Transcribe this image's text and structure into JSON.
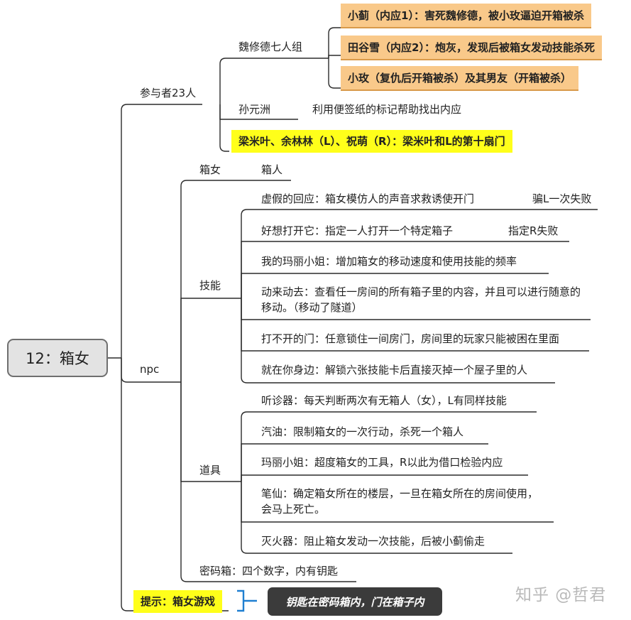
{
  "root": {
    "label": "12：箱女"
  },
  "participants": {
    "label": "参与者23人",
    "group": {
      "label": "魏修德七人组",
      "items": [
        "小蓟（内应1）：害死魏修德，被小玫逼迫开箱被杀",
        "田谷雪（内应2）：炮灰，发现后被箱女发动技能杀死",
        "小玫（复仇后开箱被杀）及其男友（开箱被杀）"
      ]
    },
    "sun": {
      "name": "孙元洲",
      "desc": "利用便签纸的标记帮助找出内应"
    },
    "liang": "梁米叶、余林林（L）、祝萌（R）：梁米叶和L的第十扇门"
  },
  "npc": {
    "label": "npc",
    "boxwoman": {
      "label": "箱女",
      "child": "箱人"
    },
    "skills": {
      "label": "技能",
      "items": [
        {
          "text": "虚假的回应：箱女模仿人的声音求救诱使开门",
          "note": "骗L一次失败"
        },
        {
          "text": "好想打开它：指定一人打开一个特定箱子",
          "note": "指定R失败"
        },
        {
          "text": "我的玛丽小姐：增加箱女的移动速度和使用技能的频率"
        },
        {
          "text": "动来动去：查看任一房间的所有箱子里的内容，并且可以进行随意的移动。（移动了隧道）"
        },
        {
          "text": "打不开的门：任意锁住一间房门，房间里的玩家只能被困在里面"
        },
        {
          "text": "就在你身边：解锁六张技能卡后直接灭掉一个屋子里的人"
        }
      ]
    },
    "items": {
      "label": "道具",
      "items": [
        "听诊器：每天判断两次有无箱人（女），L有同样技能",
        "汽油：限制箱女的一次行动，杀死一个箱人",
        "玛丽小姐：超度箱女的工具，R以此为借口检验内应",
        "笔仙：确定箱女所在的楼层，一旦在箱女所在的房间使用，会马上死亡。",
        "灭火器：阻止箱女发动一次技能，后被小蓟偷走"
      ]
    },
    "password_box": "密码箱：四个数字，内有钥匙"
  },
  "hint": {
    "label": "提示：箱女游戏",
    "note": "钥匙在密码箱内，门在箱子内"
  },
  "watermark": "知乎 @哲君"
}
